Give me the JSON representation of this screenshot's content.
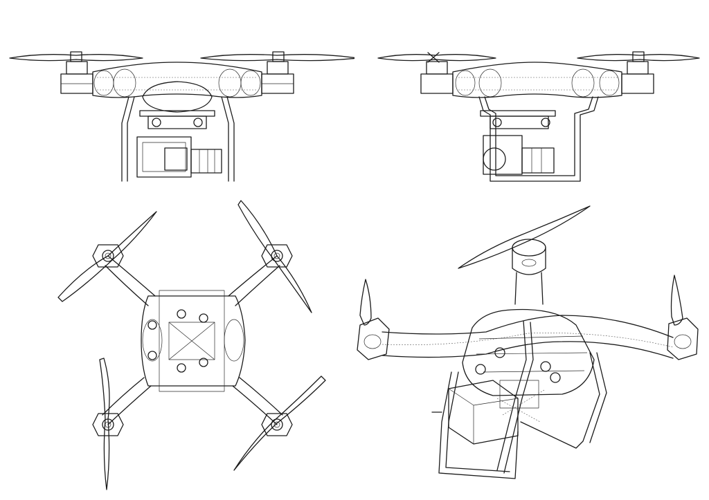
{
  "drawing": {
    "views": [
      {
        "id": "front",
        "kind": "front-elevation"
      },
      {
        "id": "side",
        "kind": "side-elevation"
      },
      {
        "id": "top",
        "kind": "plan"
      },
      {
        "id": "iso",
        "kind": "isometric"
      }
    ],
    "colors": {
      "line": "#1a1a1a",
      "background": "#ffffff"
    }
  }
}
